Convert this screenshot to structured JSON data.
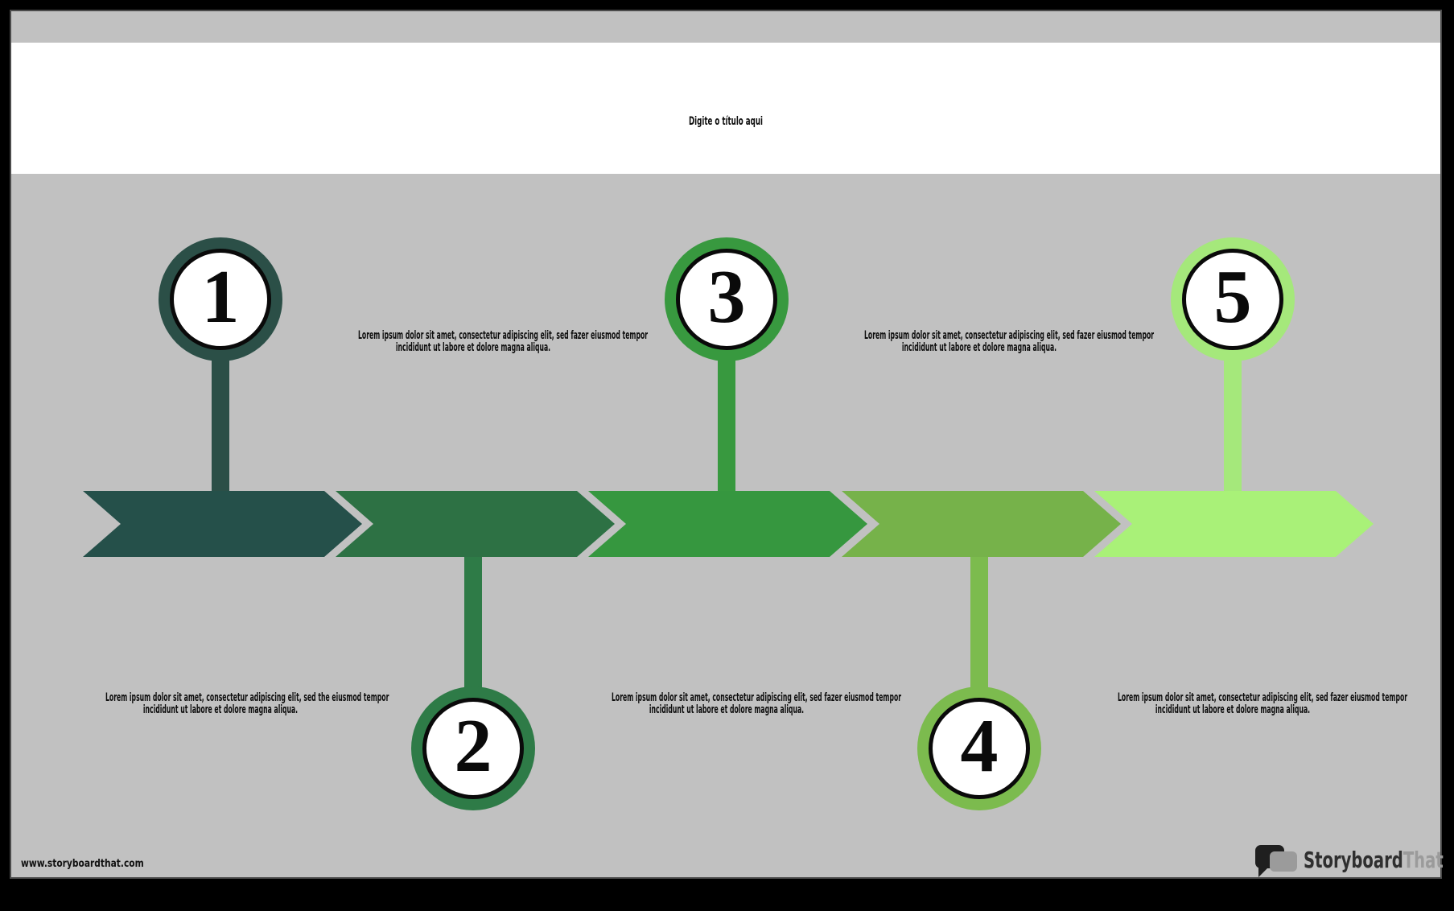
{
  "poster": {
    "title": "Digite o título aqui",
    "footer_url": "www.storyboardthat.com",
    "logo": {
      "primary": "Storyboard",
      "secondary": "That"
    }
  },
  "colors": {
    "frame": "#000000",
    "background": "#c1c1c1",
    "canvas_border": "#4b4b4b",
    "title_band": "#ffffff",
    "text": "#0d0d0d",
    "logo_primary": "#2f2f2f",
    "logo_secondary": "#9b9b9b"
  },
  "timeline": {
    "steps": [
      {
        "number": "1",
        "ring_color": "#2b4f47",
        "arrow_color": "#25504a",
        "circle_position": "above",
        "description_lines": [
          "Lorem ipsum dolor sit amet, consectetur adipiscing elit, sed the eiusmod tempor",
          "incididunt ut labore et dolore magna aliqua."
        ]
      },
      {
        "number": "2",
        "ring_color": "#2e7b47",
        "arrow_color": "#2d7144",
        "circle_position": "below",
        "description_lines": [
          "Lorem ipsum dolor sit amet, consectetur adipiscing elit, sed fazer eiusmod tempor",
          "incididunt ut labore et dolore magna aliqua."
        ]
      },
      {
        "number": "3",
        "ring_color": "#38993f",
        "arrow_color": "#36973f",
        "circle_position": "above",
        "description_lines": [
          "Lorem ipsum dolor sit amet, consectetur adipiscing elit, sed fazer eiusmod tempor",
          "incididunt ut labore et dolore magna aliqua."
        ]
      },
      {
        "number": "4",
        "ring_color": "#7cbb4e",
        "arrow_color": "#76b24a",
        "circle_position": "below",
        "description_lines": [
          "Lorem ipsum dolor sit amet, consectetur adipiscing elit, sed fazer eiusmod tempor",
          "incididunt ut labore et dolore magna aliqua."
        ]
      },
      {
        "number": "5",
        "ring_color": "#a5e87b",
        "arrow_color": "#a9f178",
        "circle_position": "above",
        "description_lines": [
          "Lorem ipsum dolor sit amet, consectetur adipiscing elit, sed fazer eiusmod tempor",
          "incididunt ut labore et dolore magna aliqua."
        ]
      }
    ]
  }
}
